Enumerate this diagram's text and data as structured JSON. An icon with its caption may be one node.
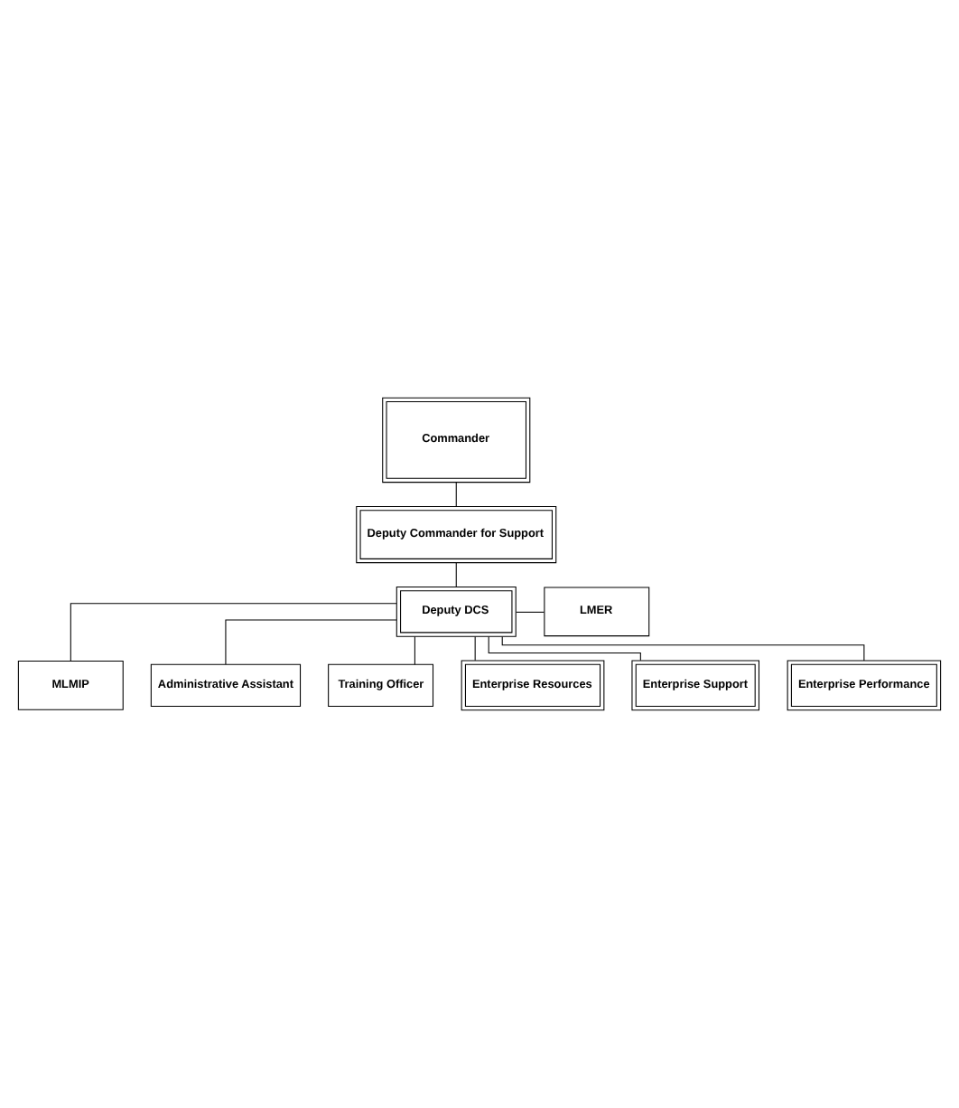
{
  "diagram": {
    "nodes": [
      {
        "text": [
          "Commander"
        ]
      },
      {
        "text": [
          "Deputy Commander for Support"
        ]
      },
      {
        "text": [
          "Deputy DCS"
        ]
      },
      {
        "text": [
          "LMER"
        ]
      },
      {
        "text": [
          "MLMIP"
        ]
      },
      {
        "text": [
          "Administrative Assistant"
        ]
      },
      {
        "text": [
          "Training Officer"
        ]
      },
      {
        "text": [
          "Enterprise Resources"
        ]
      },
      {
        "text": [
          "Enterprise Support"
        ]
      },
      {
        "text": [
          "Enterprise Performance"
        ]
      }
    ],
    "edges": [
      {
        "from": 0,
        "to": 1,
        "arrow": "none"
      },
      {
        "from": 1,
        "to": 2,
        "arrow": "none"
      },
      {
        "from": 2,
        "to": 3,
        "arrow": "none"
      },
      {
        "from": 2,
        "to": 4,
        "arrow": "none"
      },
      {
        "from": 2,
        "to": 5,
        "arrow": "none"
      },
      {
        "from": 2,
        "to": 6,
        "arrow": "none"
      },
      {
        "from": 2,
        "to": 7,
        "arrow": "none"
      },
      {
        "from": 2,
        "to": 8,
        "arrow": "none"
      },
      {
        "from": 2,
        "to": 9,
        "arrow": "none"
      }
    ]
  }
}
